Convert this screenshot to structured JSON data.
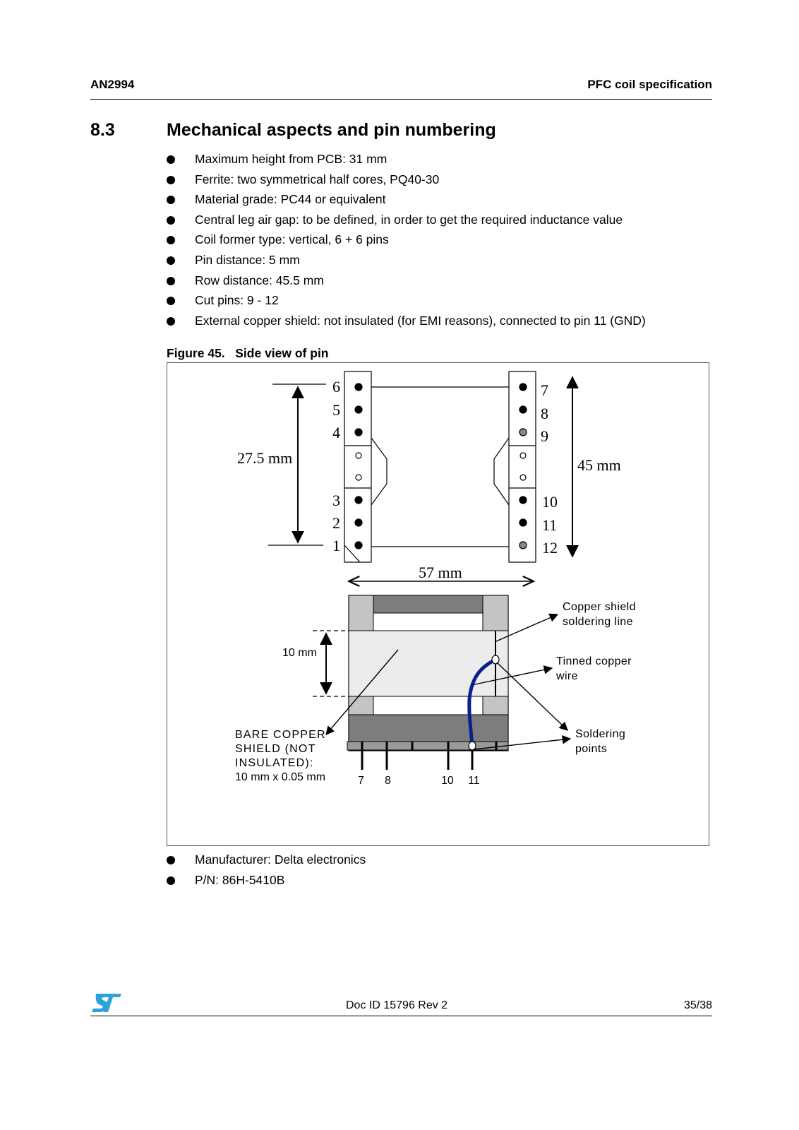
{
  "header": {
    "doc_code": "AN2994",
    "section_title": "PFC coil specification"
  },
  "section": {
    "number": "8.3",
    "title": "Mechanical aspects and pin numbering"
  },
  "specs": [
    "Maximum height from PCB: 31 mm",
    "Ferrite: two symmetrical half cores, PQ40-30",
    "Material grade: PC44 or equivalent",
    "Central leg air gap: to be defined, in order to get the required inductance value",
    "Coil former type: vertical, 6 + 6 pins",
    "Pin distance: 5 mm",
    "Row distance: 45.5 mm",
    "Cut pins: 9 - 12",
    "External copper shield: not insulated (for EMI reasons), connected to pin 11 (GND)"
  ],
  "figure": {
    "caption": "Figure 45.   Side view of pin",
    "top_view": {
      "left_pins": [
        "6",
        "5",
        "4",
        "3",
        "2",
        "1"
      ],
      "right_pins": [
        "7",
        "8",
        "9",
        "10",
        "11",
        "12"
      ],
      "dim_left": "27.5 mm",
      "dim_right": "45 mm",
      "dim_width": "57 mm"
    },
    "side_view": {
      "dim_height": "10 mm",
      "label_copper_shield": [
        "Copper shield",
        "soldering line"
      ],
      "label_tinned_wire": [
        "Tinned copper",
        "wire"
      ],
      "label_soldering": [
        "Soldering",
        "points"
      ],
      "label_bare_shield": [
        "BARE COPPER",
        "SHIELD (NOT",
        "INSULATED):",
        "10 mm x 0.05 mm"
      ],
      "bottom_pins": [
        "7",
        "8",
        "10",
        "11"
      ],
      "wire_color": "#0c1e8c"
    }
  },
  "supplier": [
    "Manufacturer: Delta electronics",
    "P/N: 86H-5410B"
  ],
  "footer": {
    "doc_id": "Doc ID 15796 Rev 2",
    "page": "35/38"
  },
  "colors": {
    "logo_blue": "#2aa3d8",
    "core_dark": "#7d7d7d",
    "core_light": "#c4c4c4",
    "shield_fill": "#ececec"
  }
}
